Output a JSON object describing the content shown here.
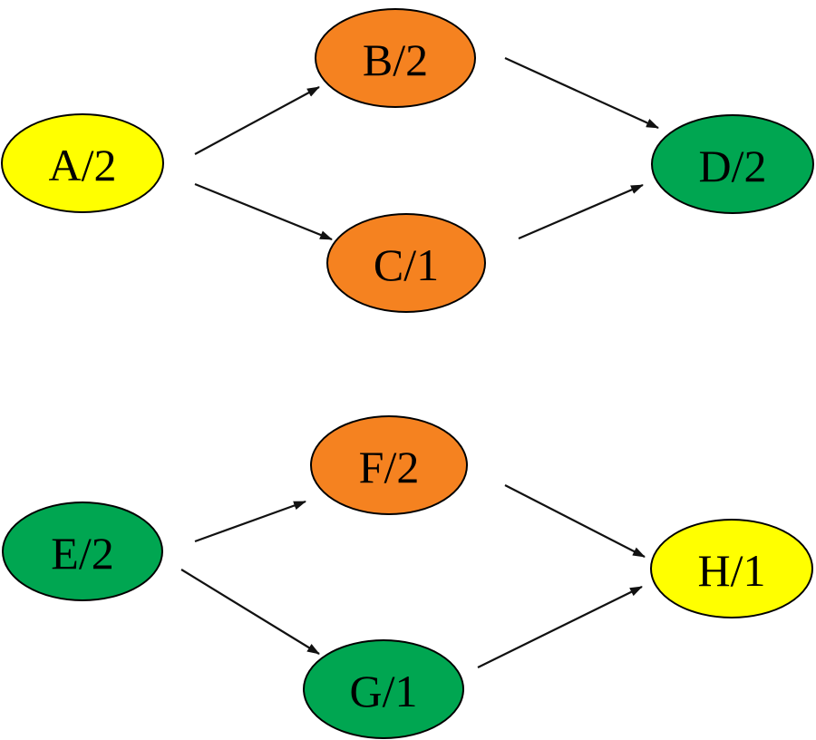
{
  "colors": {
    "yellow": "#ffff00",
    "orange": "#f58220",
    "green": "#00a651",
    "edge": "#111111",
    "outline": "#000000"
  },
  "nodes": [
    {
      "id": "A",
      "label": "A/2",
      "color": "yellow"
    },
    {
      "id": "B",
      "label": "B/2",
      "color": "orange"
    },
    {
      "id": "C",
      "label": "C/1",
      "color": "orange"
    },
    {
      "id": "D",
      "label": "D/2",
      "color": "green"
    },
    {
      "id": "E",
      "label": "E/2",
      "color": "green"
    },
    {
      "id": "F",
      "label": "F/2",
      "color": "orange"
    },
    {
      "id": "G",
      "label": "G/1",
      "color": "green"
    },
    {
      "id": "H",
      "label": "H/1",
      "color": "yellow"
    }
  ],
  "edges": [
    {
      "from": "A",
      "to": "B"
    },
    {
      "from": "A",
      "to": "C"
    },
    {
      "from": "B",
      "to": "D"
    },
    {
      "from": "C",
      "to": "D"
    },
    {
      "from": "E",
      "to": "F"
    },
    {
      "from": "E",
      "to": "G"
    },
    {
      "from": "F",
      "to": "H"
    },
    {
      "from": "G",
      "to": "H"
    }
  ]
}
